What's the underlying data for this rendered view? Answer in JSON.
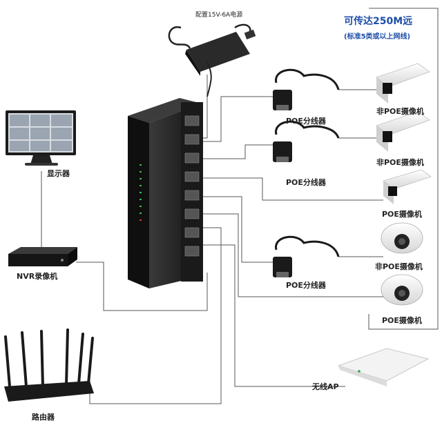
{
  "labels": {
    "power_supply": "配置15V-6A电源",
    "range_title": "可传达250M远",
    "range_note": "(标准5类或以上网线)",
    "monitor": "显示器",
    "nvr": "NVR录像机",
    "router": "路由器",
    "wireless_ap": "无线AP",
    "splitter_1": "POE分线器",
    "splitter_2": "POE分线器",
    "splitter_3": "POE分线器",
    "camera_1": "非POE摄像机",
    "camera_2": "非POE摄像机",
    "camera_3": "POE摄像机",
    "camera_4": "非POE摄像机",
    "camera_5": "POE摄像机"
  },
  "colors": {
    "line": "#555555",
    "device_dark": "#1e1e1e",
    "switch_led": "#35c24a",
    "accent_text": "#1f4fa8"
  }
}
